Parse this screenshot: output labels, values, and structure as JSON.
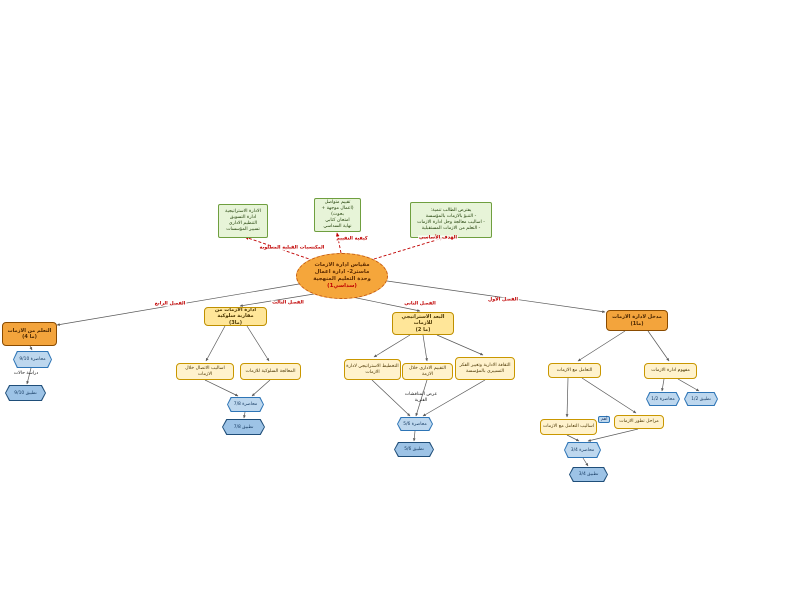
{
  "colors": {
    "node_orange": "#f3a43c",
    "node_yellow": "#ffe699",
    "node_pale_yellow": "#fff2cc",
    "box_green": "#e7f4d8",
    "hex_blue_light": "#bdd7ee",
    "hex_blue_dark": "#9dc3e6",
    "edge_red": "#c00000"
  },
  "root": {
    "lines": [
      "مقياس ادارة الازمات",
      "ماستر2- ادارة اعمال",
      "وحدة التعليم المنهجية",
      "(سداسي1)"
    ]
  },
  "top_boxes": {
    "prereq": {
      "lines": [
        "الادارة الاستراتيجية",
        "ادارة التسويق",
        "التنظيم الاداري",
        "تسيير المؤسسات"
      ]
    },
    "eval": {
      "lines": [
        "تقييم متواصل",
        "(اعمال موجهة + بحوث)",
        "امتحان كتابي",
        "نهاية السداسي"
      ]
    },
    "objective": {
      "lines": [
        "يفترض الطالب تنمية:",
        "- التنبؤ بالازمات بالمؤسسة",
        "- اساليب معالجة وحل ادارة الازمات",
        "- التعلم من الازمات المستقبلية"
      ]
    }
  },
  "relation_labels": {
    "prereq": "المكتسبات القبلية المطلوبة",
    "eval": "كيفية التقييم",
    "objective": "الهدف الأساسي",
    "chapter1": "الفصل الأول",
    "chapter2": "الفصل الثاني",
    "chapter3": "الفصل الثالث",
    "chapter4": "الفصل الرابع"
  },
  "chapters": {
    "ch1": {
      "title": "مدخل لادارة الازمات",
      "code": "(ما1)"
    },
    "ch2": {
      "title": "البعد الاستراتيجي للازمات",
      "code": "(ما 2)"
    },
    "ch3": {
      "title": "ادارة الازمات من مقاربة سلوكية",
      "code": "(ما3)"
    },
    "ch4": {
      "title": "التعلم من الازمات",
      "code": "(ما 4)"
    }
  },
  "nodes": {
    "concept_crisis": "مفهوم ادارة الازمات",
    "dealing_crisis": "التعامل مع الازمات",
    "dealing_methods": "اساليب التعامل مع الازمات",
    "crisis_stages": "مراحل تطور الازمات",
    "important_tag": "أهم",
    "strategic_planning": "التخطيط الاستراتيجي لادارة الازمات",
    "admin_evaluation": "التقييم الاداري خلال الازمة",
    "admin_culture": "الثقافة الادارية وتغيير الفكر التسييري بالمؤسسة",
    "periodic_note": "عرض المناقشات الفترية",
    "communication_methods": "اساليب الاتصال خلال الازمات",
    "behavioral_treatment": "المعالجة السلوكية للازمات",
    "case_studies": "دراسة حالات"
  },
  "sessions": {
    "lecture_1_2": "محاضرة 1/2",
    "practical_1_2": "تطبيق 1/2",
    "lecture_3_4": "محاضرة 3/4",
    "practical_3_4": "تطبيق 3/4",
    "lecture_5_6": "محاضرة 5/6",
    "practical_5_6": "تطبيق 5/6",
    "lecture_7_8": "محاضرة 7/8",
    "practical_7_8": "تطبيق 7/8",
    "lecture_9_10": "محاضرة 9/10",
    "practical_9_10": "تطبيق 9/10"
  }
}
